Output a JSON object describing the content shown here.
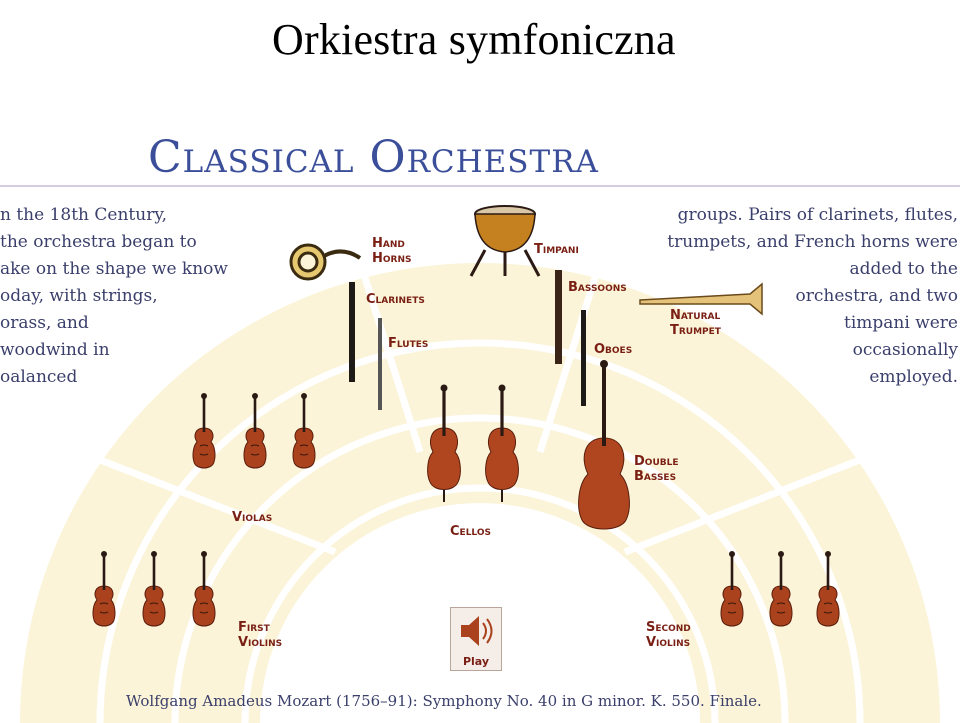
{
  "slide": {
    "title": "Orkiestra symfoniczna"
  },
  "panel": {
    "heading": "Classical Orchestra",
    "intro_lines": [
      "n the 18th Century,",
      "the orchestra began to",
      "ake on the shape we know",
      "oday, with strings,",
      "orass, and",
      "woodwind in",
      "oalanced"
    ],
    "right_lines": [
      "groups. Pairs of clarinets, flutes,",
      "trumpets, and French horns were",
      "added to the",
      "orchestra, and two",
      "timpani were",
      "occasionally",
      "employed."
    ],
    "labels": {
      "hand_horns": [
        "Hand",
        "Horns"
      ],
      "clarinets": "Clarinets",
      "flutes": "Flutes",
      "timpani": "Timpani",
      "bassoons": "Bassoons",
      "natural_trumpet": [
        "Natural",
        "Trumpet"
      ],
      "oboes": "Oboes",
      "double_basses": [
        "Double",
        "Basses"
      ],
      "violas": "Violas",
      "cellos": "Cellos",
      "first_violins": [
        "First",
        "Violins"
      ],
      "second_violins": [
        "Second",
        "Violins"
      ]
    },
    "play_label": "Play",
    "caption": "Wolfgang Amadeus Mozart (1756–91): Symphony No. 40 in G minor. K. 550. Finale."
  },
  "colors": {
    "stage": "#fbf4d8",
    "stage_line": "#ffffff",
    "heading": "#3a4e9a",
    "label": "#7a1f14",
    "wood": "#a9421d",
    "rule": "#c9bcd6"
  },
  "icons": [
    "speaker-icon",
    "violin-icon",
    "cello-icon",
    "double-bass-icon",
    "timpani-icon",
    "horn-icon",
    "clarinet-icon",
    "flute-icon",
    "bassoon-icon",
    "oboe-icon",
    "trumpet-icon"
  ]
}
